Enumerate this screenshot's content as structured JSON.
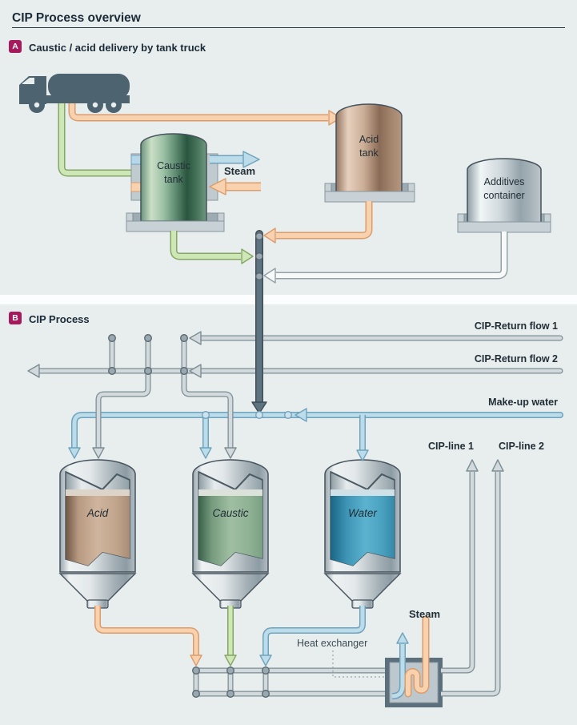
{
  "title": "CIP Process overview",
  "section_a": {
    "badge": "A",
    "label": "Caustic / acid delivery by tank truck",
    "caustic_tank": "Caustic tank",
    "acid_tank": "Acid tank",
    "additives_container": "Additives container",
    "steam": "Steam"
  },
  "section_b": {
    "badge": "B",
    "label": "CIP Process",
    "return_flow_1": "CIP-Return flow 1",
    "return_flow_2": "CIP-Return flow 2",
    "make_up_water": "Make-up water",
    "cip_line_1": "CIP-line 1",
    "cip_line_2": "CIP-line 2",
    "heat_exchanger": "Heat exchanger",
    "steam": "Steam",
    "tanks": [
      {
        "label": "Acid"
      },
      {
        "label": "Caustic"
      },
      {
        "label": "Water"
      }
    ]
  },
  "icons": {
    "vehicle": "tank-truck-icon",
    "exchanger": "heat-exchanger-icon"
  },
  "colors": {
    "background": "#e8edee",
    "divider_band": "#fcfdfe",
    "badge": "#a6195c",
    "text": "#222e36",
    "truck": "#4d6470",
    "pipe_caustic": "#cfe6b6",
    "pipe_acid": "#f8d2ae",
    "pipe_water": "#bcdcea",
    "pipe_additives": "#f8fafa",
    "pipe_process": "#d2dadd",
    "pipe_concentrate": "#5d7380",
    "tank_caustic": "#47745b",
    "tank_acid": "#cbae96",
    "tank_steel": "#cfd8dc",
    "liquid_acid": "#d0b59e",
    "liquid_caustic": "#a0bfa2",
    "liquid_water": "#5cb3cf"
  }
}
